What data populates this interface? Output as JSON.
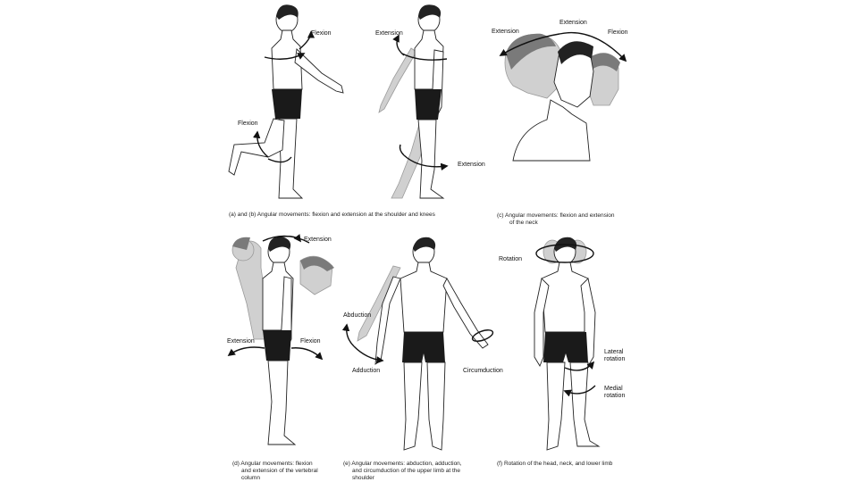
{
  "labels": {
    "a_flexion_arm": "Flexion",
    "a_flexion_leg": "Flexion",
    "b_extension_arm": "Extension",
    "b_extension_leg": "Extension",
    "c_extension_left": "Extension",
    "c_extension_top": "Extension",
    "c_flexion": "Flexion",
    "d_extension_top": "Extension",
    "d_extension_left": "Extension",
    "d_flexion": "Flexion",
    "e_abduction_top": "Abduction",
    "e_adduction": "Adduction",
    "e_circumduction": "Circumduction",
    "f_rotation": "Rotation",
    "f_lateral_1": "Lateral",
    "f_lateral_2": "rotation",
    "f_medial_1": "Medial",
    "f_medial_2": "rotation"
  },
  "captions": {
    "ab": [
      "(a) and (b) Angular movements: flexion and extension at the shoulder and knees"
    ],
    "c": [
      "(c) Angular movements: flexion and extension",
      "of the neck"
    ],
    "d": [
      "(d) Angular movements: flexion",
      "and extension of the vertebral",
      "column"
    ],
    "e": [
      "(e) Angular movements: abduction, adduction,",
      "and circumduction of the upper limb at the",
      "shoulder"
    ],
    "f": [
      "(f) Rotation of the head, neck, and lower limb"
    ]
  },
  "colors": {
    "ink": "#111111",
    "ghost": "#d0d0d0",
    "shorts": "#1a1a1a"
  }
}
